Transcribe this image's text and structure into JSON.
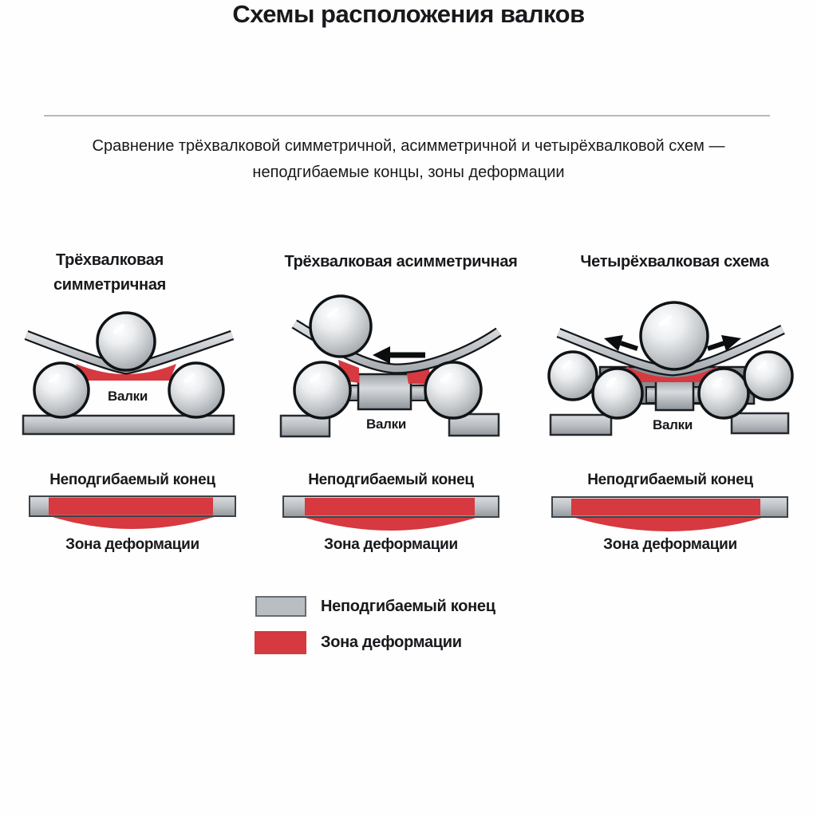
{
  "header": {
    "title": "Схемы расположения валков",
    "subtitle": [
      "Сравнение трёхвалковой симметричной, асимметричной и четырёхвалковой схем —",
      "неподгибаемые концы, зоны деформации"
    ]
  },
  "diagrams": [
    {
      "title": [
        "Трёхвалковая",
        "симметричная"
      ],
      "rolls_label": "Валки",
      "rigid_end_label": "Неподгибаемый конец",
      "deformation_zone_label": "Зона деформации"
    },
    {
      "title": [
        "Трёхвалковая асимметричная"
      ],
      "rolls_label": "Валки",
      "rigid_end_label": "Неподгибаемый конец",
      "deformation_zone_label": "Зона деформации"
    },
    {
      "title": [
        "Четырёхвалковая схема"
      ],
      "rolls_label": "Валки",
      "rigid_end_label": "Неподгибаемый конец",
      "deformation_zone_label": "Зона деформации"
    }
  ],
  "legend": [
    {
      "label": "Неподгибаемый конец",
      "color": "#b9bec3"
    },
    {
      "label": "Зона деформации",
      "color": "#d6393f"
    }
  ],
  "colors": {
    "deformation_red": "#d6393f",
    "rigid_end_gray": "#b9bec3",
    "text": "#17191c",
    "divider": "#b4b9be"
  }
}
